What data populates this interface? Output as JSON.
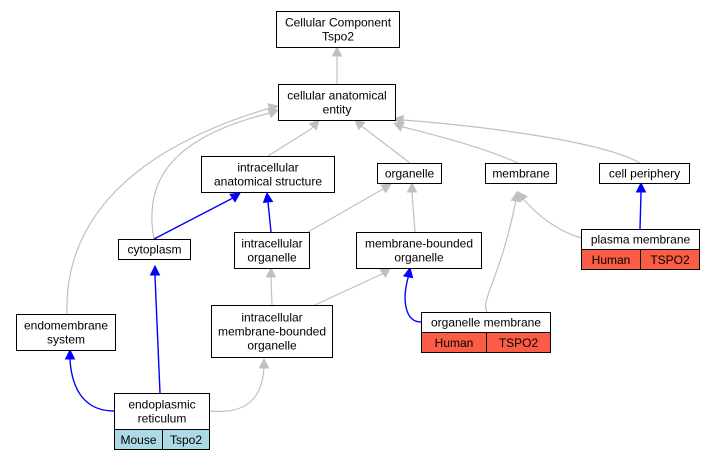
{
  "colors": {
    "human_cell": "#fa5c45",
    "mouse_cell": "#add8e6",
    "is_a_edge": "#c0c0c0",
    "part_of_edge": "#0000ff"
  },
  "nodes": {
    "root": {
      "lines": [
        "Cellular Component",
        "Tspo2"
      ]
    },
    "cellular_anatomical_entity": {
      "lines": [
        "cellular anatomical",
        "entity"
      ]
    },
    "intracellular_anatomical_structure": {
      "lines": [
        "intracellular",
        "anatomical structure"
      ]
    },
    "organelle": {
      "lines": [
        "organelle"
      ]
    },
    "membrane": {
      "lines": [
        "membrane"
      ]
    },
    "cell_periphery": {
      "lines": [
        "cell periphery"
      ]
    },
    "cytoplasm": {
      "lines": [
        "cytoplasm"
      ]
    },
    "intracellular_organelle": {
      "lines": [
        "intracellular",
        "organelle"
      ]
    },
    "membrane_bounded_organelle": {
      "lines": [
        "membrane-bounded",
        "organelle"
      ]
    },
    "plasma_membrane": {
      "lines": [
        "plasma membrane"
      ],
      "species": "Human",
      "gene": "TSPO2"
    },
    "endomembrane_system": {
      "lines": [
        "endomembrane",
        "system"
      ]
    },
    "intracellular_membrane_bounded_organelle": {
      "lines": [
        "intracellular",
        "membrane-bounded",
        "organelle"
      ]
    },
    "organelle_membrane": {
      "lines": [
        "organelle membrane"
      ],
      "species": "Human",
      "gene": "TSPO2"
    },
    "endoplasmic_reticulum": {
      "lines": [
        "endoplasmic",
        "reticulum"
      ],
      "species": "Mouse",
      "gene": "Tspo2"
    }
  },
  "edges": [
    {
      "from": "cellular_anatomical_entity",
      "to": "root",
      "type": "is_a"
    },
    {
      "from": "intracellular_anatomical_structure",
      "to": "cellular_anatomical_entity",
      "type": "is_a"
    },
    {
      "from": "organelle",
      "to": "cellular_anatomical_entity",
      "type": "is_a"
    },
    {
      "from": "membrane",
      "to": "cellular_anatomical_entity",
      "type": "is_a"
    },
    {
      "from": "cell_periphery",
      "to": "cellular_anatomical_entity",
      "type": "is_a"
    },
    {
      "from": "cytoplasm",
      "to": "cellular_anatomical_entity",
      "type": "is_a"
    },
    {
      "from": "endomembrane_system",
      "to": "cellular_anatomical_entity",
      "type": "is_a"
    },
    {
      "from": "cytoplasm",
      "to": "intracellular_anatomical_structure",
      "type": "part_of"
    },
    {
      "from": "intracellular_organelle",
      "to": "intracellular_anatomical_structure",
      "type": "part_of"
    },
    {
      "from": "intracellular_organelle",
      "to": "organelle",
      "type": "is_a"
    },
    {
      "from": "membrane_bounded_organelle",
      "to": "organelle",
      "type": "is_a"
    },
    {
      "from": "plasma_membrane",
      "to": "membrane",
      "type": "is_a"
    },
    {
      "from": "plasma_membrane",
      "to": "cell_periphery",
      "type": "part_of"
    },
    {
      "from": "organelle_membrane",
      "to": "membrane",
      "type": "is_a"
    },
    {
      "from": "organelle_membrane",
      "to": "membrane_bounded_organelle",
      "type": "part_of"
    },
    {
      "from": "intracellular_membrane_bounded_organelle",
      "to": "intracellular_organelle",
      "type": "is_a"
    },
    {
      "from": "intracellular_membrane_bounded_organelle",
      "to": "membrane_bounded_organelle",
      "type": "is_a"
    },
    {
      "from": "endoplasmic_reticulum",
      "to": "cytoplasm",
      "type": "part_of"
    },
    {
      "from": "endoplasmic_reticulum",
      "to": "endomembrane_system",
      "type": "part_of"
    },
    {
      "from": "endoplasmic_reticulum",
      "to": "intracellular_membrane_bounded_organelle",
      "type": "is_a"
    }
  ]
}
